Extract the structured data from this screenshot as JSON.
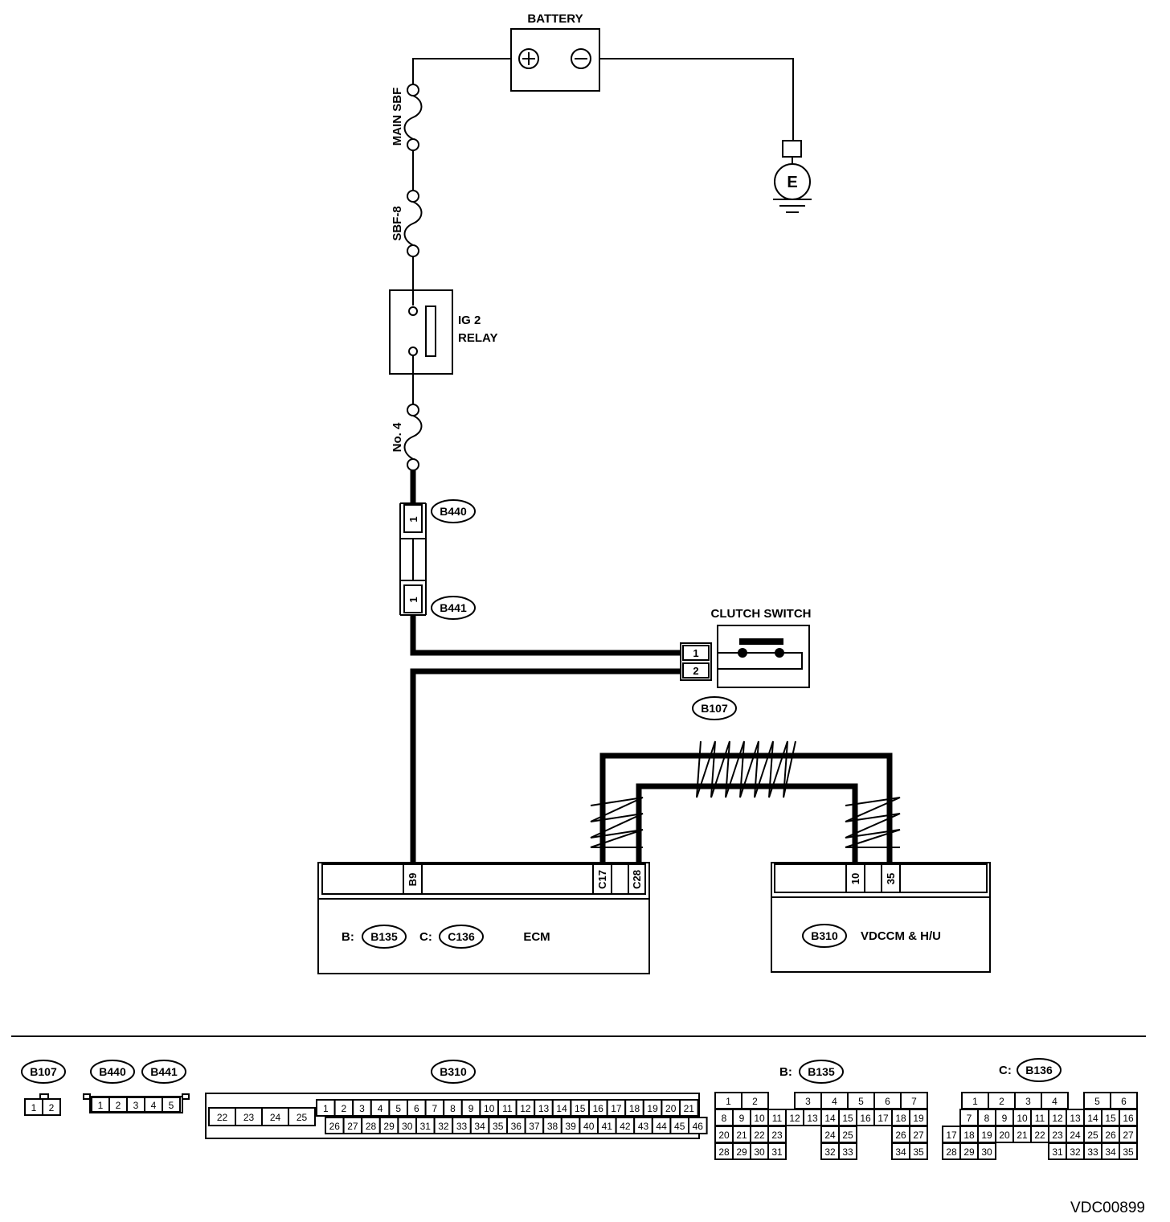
{
  "components": {
    "battery": "BATTERY",
    "ground": "E",
    "main_sbf": "MAIN SBF",
    "sbf8": "SBF-8",
    "relay_line1": "IG 2",
    "relay_line2": "RELAY",
    "fuse_no4": "No. 4",
    "clutch_switch": "CLUTCH SWITCH",
    "ecm": "ECM",
    "vdccm": "VDCCM & H/U"
  },
  "connectors": {
    "b440": "B440",
    "b441": "B441",
    "b107": "B107",
    "b135": "B135",
    "c136": "C136",
    "b310": "B310",
    "ecm_b_prefix": "B:",
    "ecm_c_prefix": "C:"
  },
  "pins": {
    "b440_pin": "1",
    "b441_pin": "1",
    "clutch_pin1": "1",
    "clutch_pin2": "2",
    "ecm_b9": "B9",
    "ecm_c17": "C17",
    "ecm_c28": "C28",
    "vdc_10": "10",
    "vdc_35": "35"
  },
  "legend": {
    "b107": {
      "label": "B107",
      "cells": [
        "1",
        "2"
      ]
    },
    "b440": "B440",
    "b441": "B441",
    "b440_cells": [
      "1",
      "2",
      "3",
      "4",
      "5"
    ],
    "b310": {
      "label": "B310",
      "left_cells": [
        "22",
        "23",
        "24",
        "25"
      ],
      "row1": [
        "1",
        "2",
        "3",
        "4",
        "5",
        "6",
        "7",
        "8",
        "9",
        "10",
        "11",
        "12",
        "13",
        "14",
        "15",
        "16",
        "17",
        "18",
        "19",
        "20",
        "21"
      ],
      "row2": [
        "26",
        "27",
        "28",
        "29",
        "30",
        "31",
        "32",
        "33",
        "34",
        "35",
        "36",
        "37",
        "38",
        "39",
        "40",
        "41",
        "42",
        "43",
        "44",
        "45",
        "46"
      ]
    },
    "b135": {
      "prefix": "B:",
      "label": "B135",
      "rows": [
        [
          "1",
          "2",
          "",
          "",
          "4",
          "5",
          "6",
          "7"
        ],
        [
          "8",
          "9",
          "10",
          "11",
          "12",
          "13",
          "14",
          "15",
          "16",
          "17",
          "18",
          "19"
        ],
        [
          "20",
          "21",
          "22",
          "23",
          "",
          "",
          "24",
          "25",
          "",
          "",
          "26",
          "27"
        ],
        [
          "28",
          "29",
          "30",
          "31",
          "",
          "",
          "32",
          "33",
          "",
          "",
          "34",
          "35"
        ]
      ],
      "row0": [
        "1",
        "2",
        "3",
        "4",
        "5",
        "6",
        "7"
      ]
    },
    "b136": {
      "prefix": "C:",
      "label": "B136",
      "row0": [
        "1",
        "2",
        "3",
        "4",
        "5",
        "6"
      ],
      "row1": [
        "7",
        "8",
        "9",
        "10",
        "11",
        "12",
        "13",
        "14",
        "15",
        "16"
      ],
      "row2": [
        "17",
        "18",
        "19",
        "20",
        "21",
        "22",
        "23",
        "24",
        "25",
        "26",
        "27"
      ],
      "row3a": [
        "28",
        "29",
        "30"
      ],
      "row3b": [
        "31",
        "32",
        "33",
        "34",
        "35"
      ]
    }
  },
  "document_code": "VDC00899"
}
